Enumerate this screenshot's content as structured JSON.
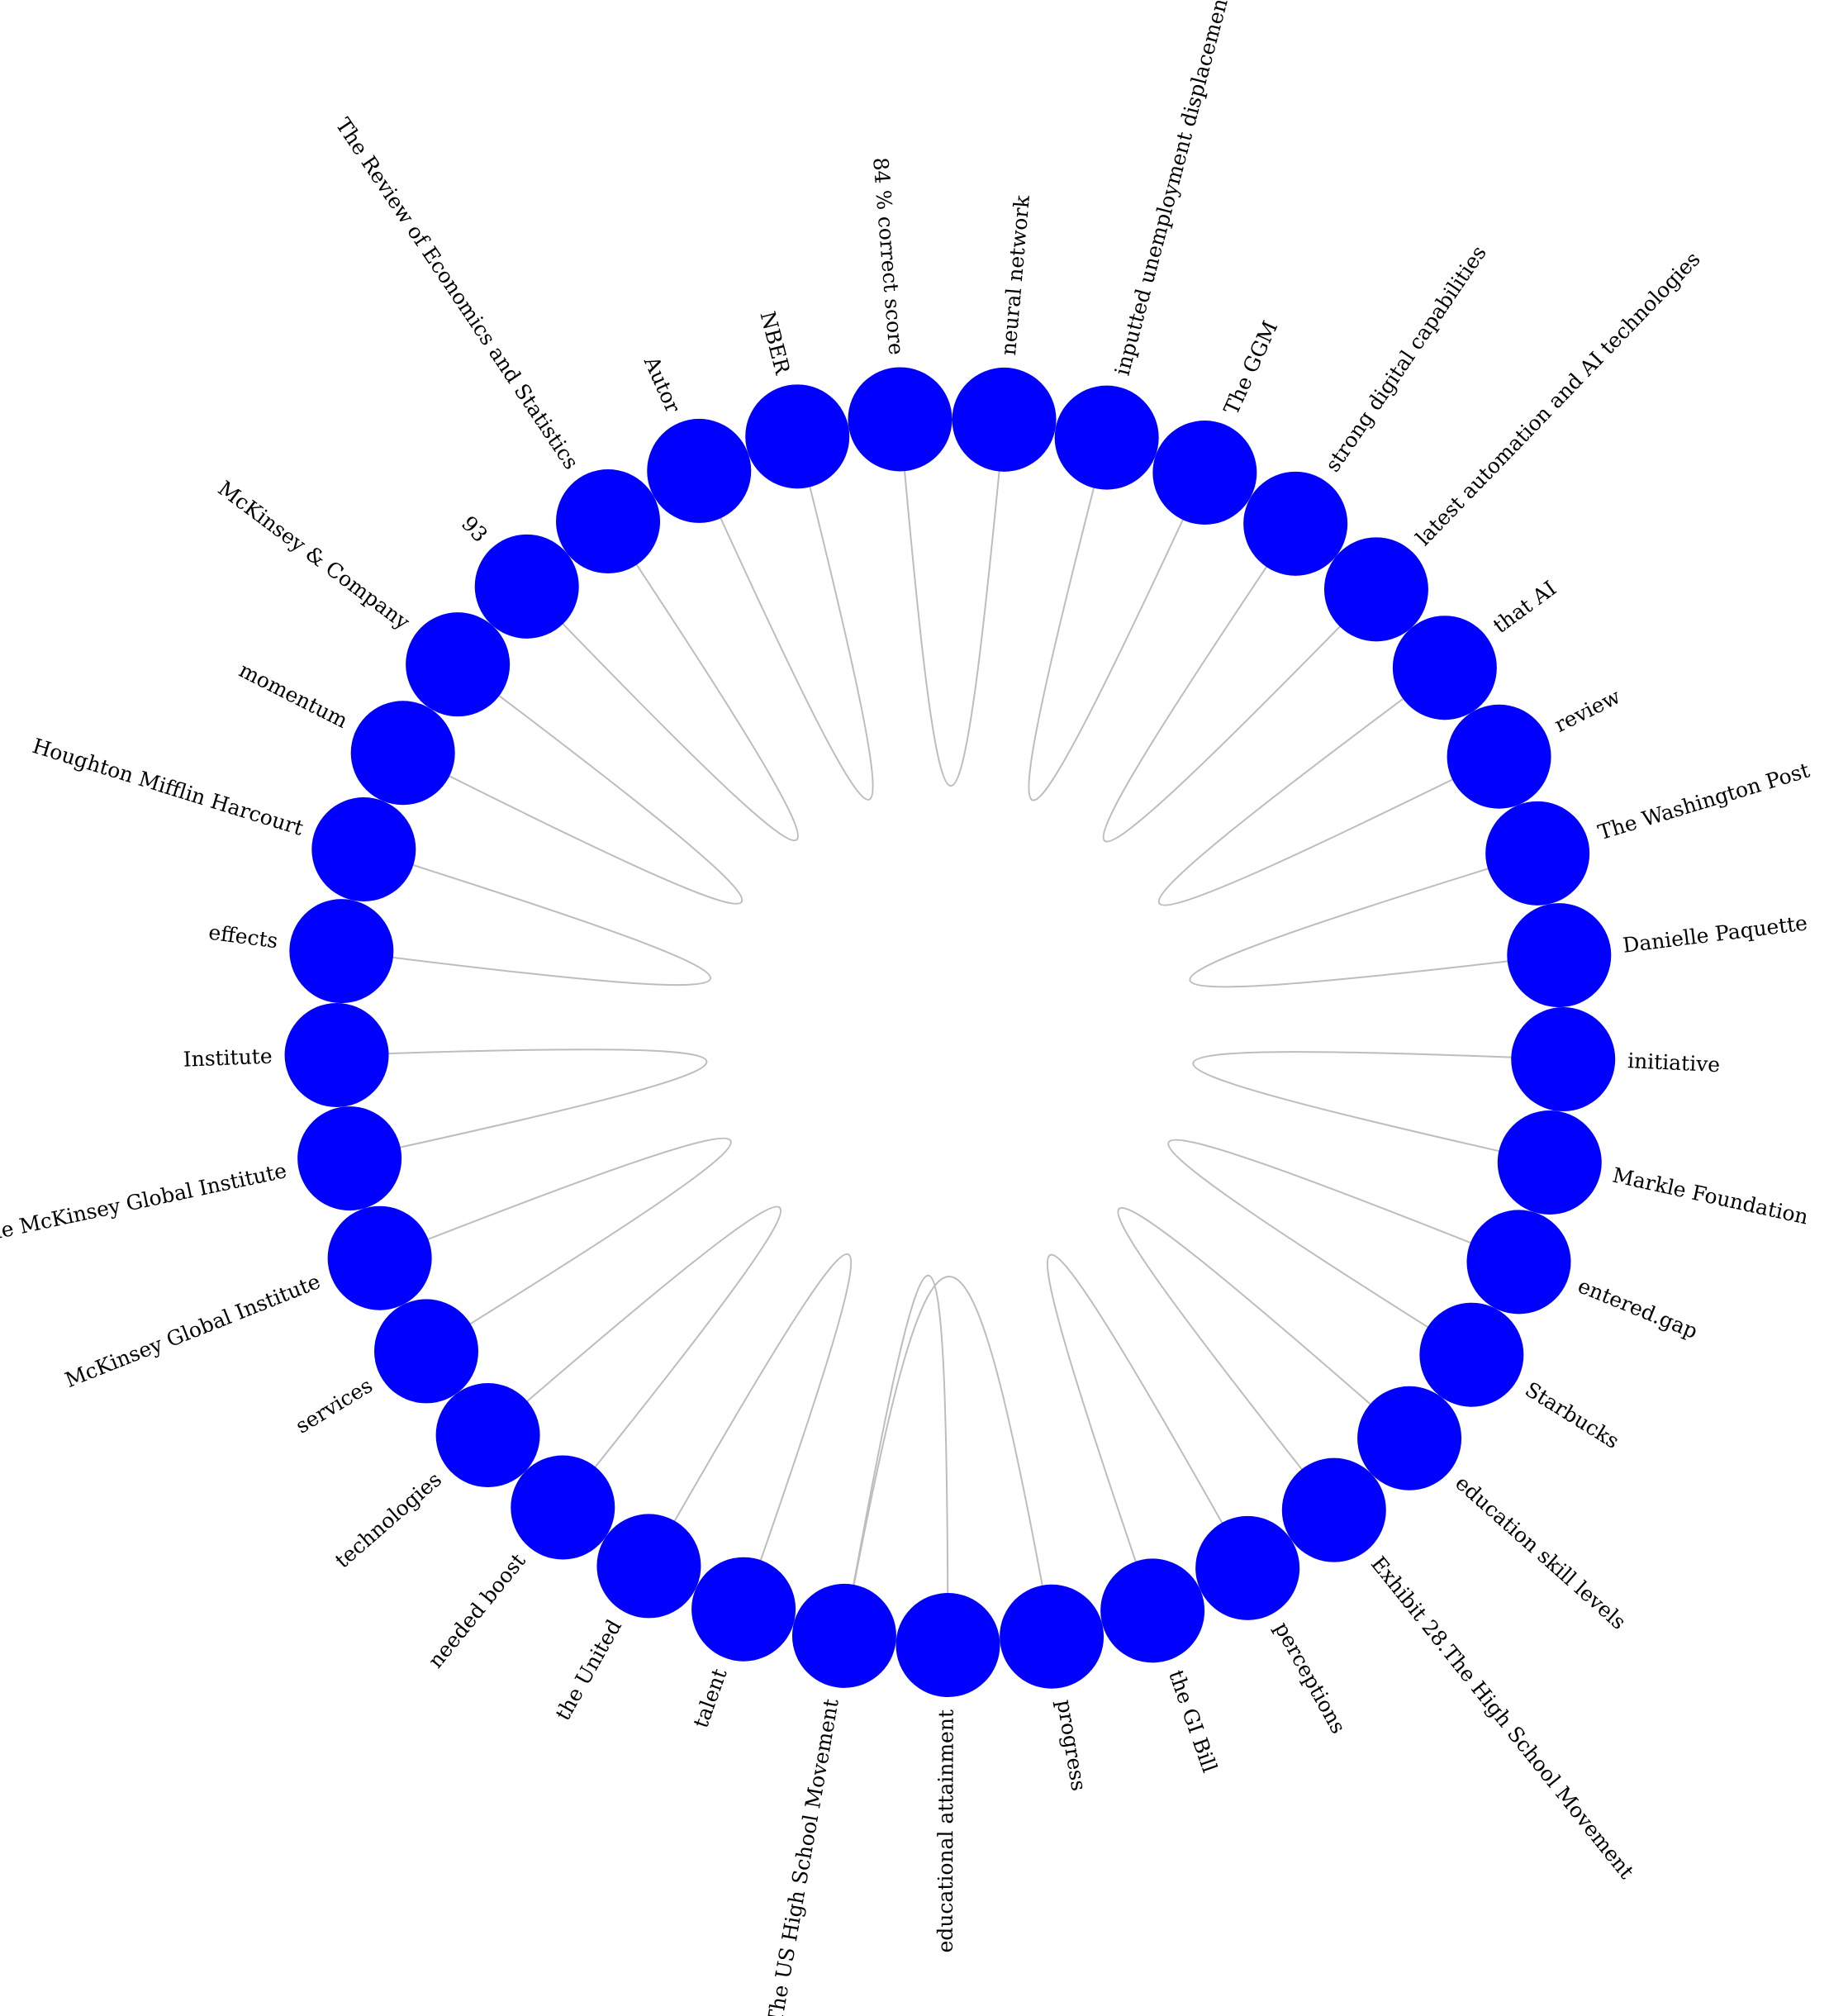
{
  "colors": {
    "node": "#0000ff",
    "edge": "#bdbdbd",
    "label": "#000000",
    "background": "#ffffff"
  },
  "nodes": [
    {
      "label": "84 % correct score"
    },
    {
      "label": "neural network"
    },
    {
      "label": "inputted unemployment displacement"
    },
    {
      "label": "The GGM"
    },
    {
      "label": "strong digital capabilities"
    },
    {
      "label": "latest automation and AI technologies"
    },
    {
      "label": "that AI"
    },
    {
      "label": "review"
    },
    {
      "label": "The Washington Post"
    },
    {
      "label": "Danielle Paquette"
    },
    {
      "label": "initiative"
    },
    {
      "label": "Markle Foundation"
    },
    {
      "label": "entered.gap"
    },
    {
      "label": "Starbucks"
    },
    {
      "label": "education skill levels"
    },
    {
      "label": "Exhibit 28.The High School Movement"
    },
    {
      "label": "perceptions"
    },
    {
      "label": "the GI Bill"
    },
    {
      "label": "progress"
    },
    {
      "label": "educational attainment"
    },
    {
      "label": "The US High School Movement"
    },
    {
      "label": "talent"
    },
    {
      "label": "the United"
    },
    {
      "label": "needed boost"
    },
    {
      "label": "technologies"
    },
    {
      "label": "services"
    },
    {
      "label": "McKinsey Global Institute"
    },
    {
      "label": "the McKinsey Global Institute"
    },
    {
      "label": "Institute"
    },
    {
      "label": "effects"
    },
    {
      "label": "Houghton Mifflin Harcourt"
    },
    {
      "label": "momentum"
    },
    {
      "label": "McKinsey & Company"
    },
    {
      "label": "93"
    },
    {
      "label": "The Review of Economics and Statistics"
    },
    {
      "label": "Autor"
    },
    {
      "label": "NBER"
    }
  ],
  "edges": [
    [
      "84 % correct score",
      "neural network"
    ],
    [
      "inputted unemployment displacement",
      "The GGM"
    ],
    [
      "strong digital capabilities",
      "latest automation and AI technologies"
    ],
    [
      "that AI",
      "review"
    ],
    [
      "The Washington Post",
      "Danielle Paquette"
    ],
    [
      "initiative",
      "Markle Foundation"
    ],
    [
      "entered.gap",
      "Starbucks"
    ],
    [
      "education skill levels",
      "Exhibit 28.The High School Movement"
    ],
    [
      "perceptions",
      "the GI Bill"
    ],
    [
      "progress",
      "The US High School Movement"
    ],
    [
      "educational attainment",
      "The US High School Movement"
    ],
    [
      "talent",
      "the United"
    ],
    [
      "needed boost",
      "technologies"
    ],
    [
      "services",
      "McKinsey Global Institute"
    ],
    [
      "the McKinsey Global Institute",
      "Institute"
    ],
    [
      "effects",
      "Houghton Mifflin Harcourt"
    ],
    [
      "momentum",
      "McKinsey & Company"
    ],
    [
      "93",
      "The Review of Economics and Statistics"
    ],
    [
      "Autor",
      "NBER"
    ]
  ]
}
